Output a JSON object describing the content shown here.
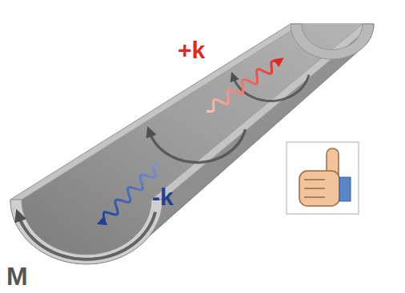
{
  "diagram": {
    "labels": [
      "+k",
      "-k",
      "M"
    ]
  }
}
